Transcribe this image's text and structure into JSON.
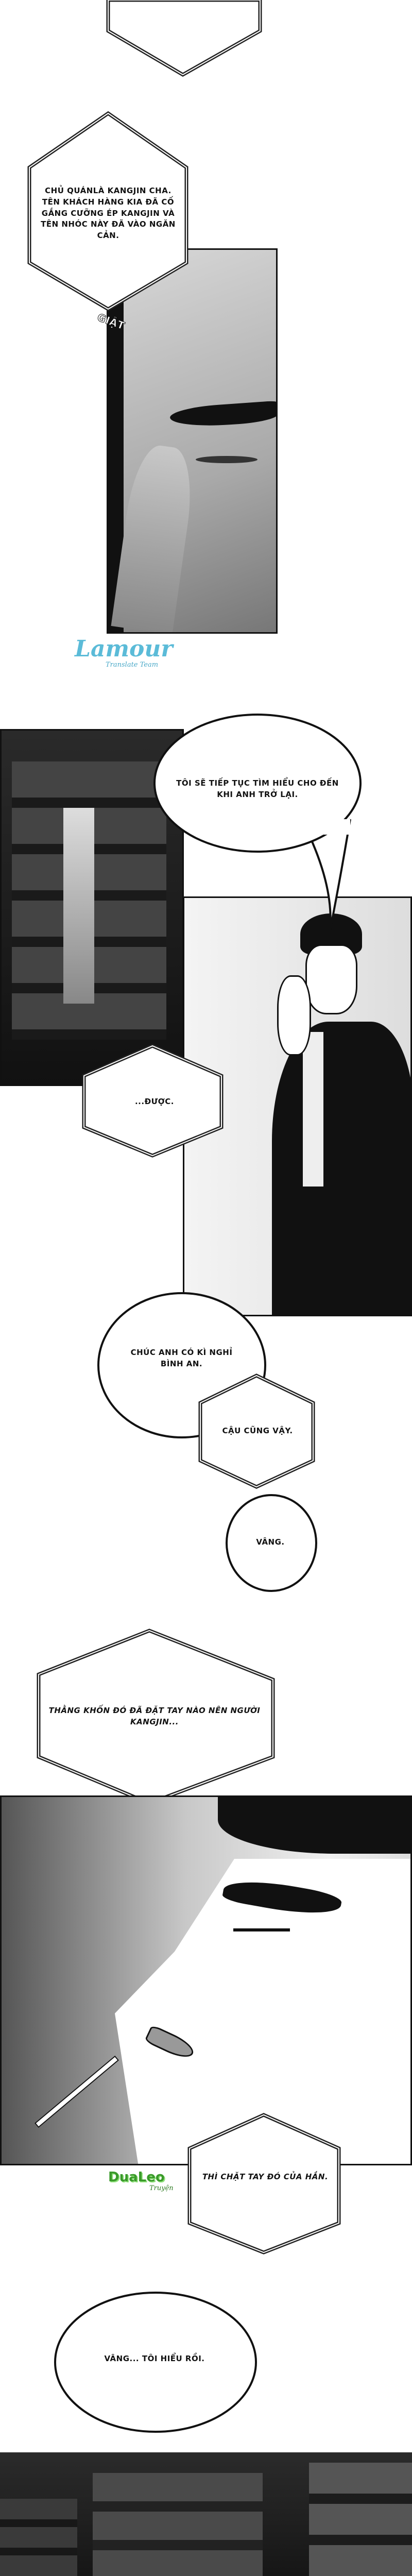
{
  "bubbles": {
    "b1": "CHỦ QUÁNLÀ KANGJIN CHA. TÊN KHÁCH HÀNG KIA ĐÃ CỐ GẮNG CƯỠNG ÉP KANGJIN VÀ TÊN NHÓC NÀY ĐÃ VÀO NGĂN CẢN.",
    "sfx1": "GIẬT",
    "b2": "TÔI SẼ TIẾP TỤC TÌM HIỂU CHO ĐẾN KHI ANH TRỞ LẠI.",
    "b3": "...ĐƯỢC.",
    "b4": "CHÚC ANH CÓ KÌ NGHỈ BÌNH AN.",
    "b5": "CẬU CŨNG VẬY.",
    "b6": "VÂNG.",
    "b7": "THẰNG KHỐN ĐÓ ĐÃ ĐẶT TAY NÀO NÊN NGƯỜI KANGJIN...",
    "b8": "THÌ CHẶT TAY ĐÓ CỦA HẮN.",
    "b9": "VÂNG... TÔI HIỂU RỒI."
  },
  "watermarks": {
    "lamour": {
      "name": "Lamour",
      "sub": "Translate Team",
      "color": "#5bbbd8"
    },
    "dualeo": {
      "name": "DuaLeo",
      "sub": "Truyện",
      "color": "#3a9a2a"
    }
  },
  "colors": {
    "ink": "#111111",
    "paper": "#ffffff",
    "tone": "#9a9a9a"
  }
}
